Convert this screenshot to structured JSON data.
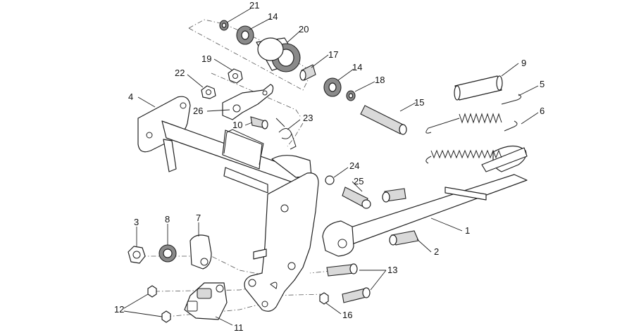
{
  "callouts": {
    "c1": "1",
    "c2": "2",
    "c3": "3",
    "c4": "4",
    "c5": "5",
    "c6": "6",
    "c7": "7",
    "c8": "8",
    "c9": "9",
    "c10": "10",
    "c11": "11",
    "c12": "12",
    "c13": "13",
    "c14a": "14",
    "c14b": "14",
    "c15": "15",
    "c16": "16",
    "c17": "17",
    "c18": "18",
    "c19": "19",
    "c20": "20",
    "c21": "21",
    "c22": "22",
    "c23": "23",
    "c24": "24",
    "c25": "25",
    "c26": "26"
  }
}
